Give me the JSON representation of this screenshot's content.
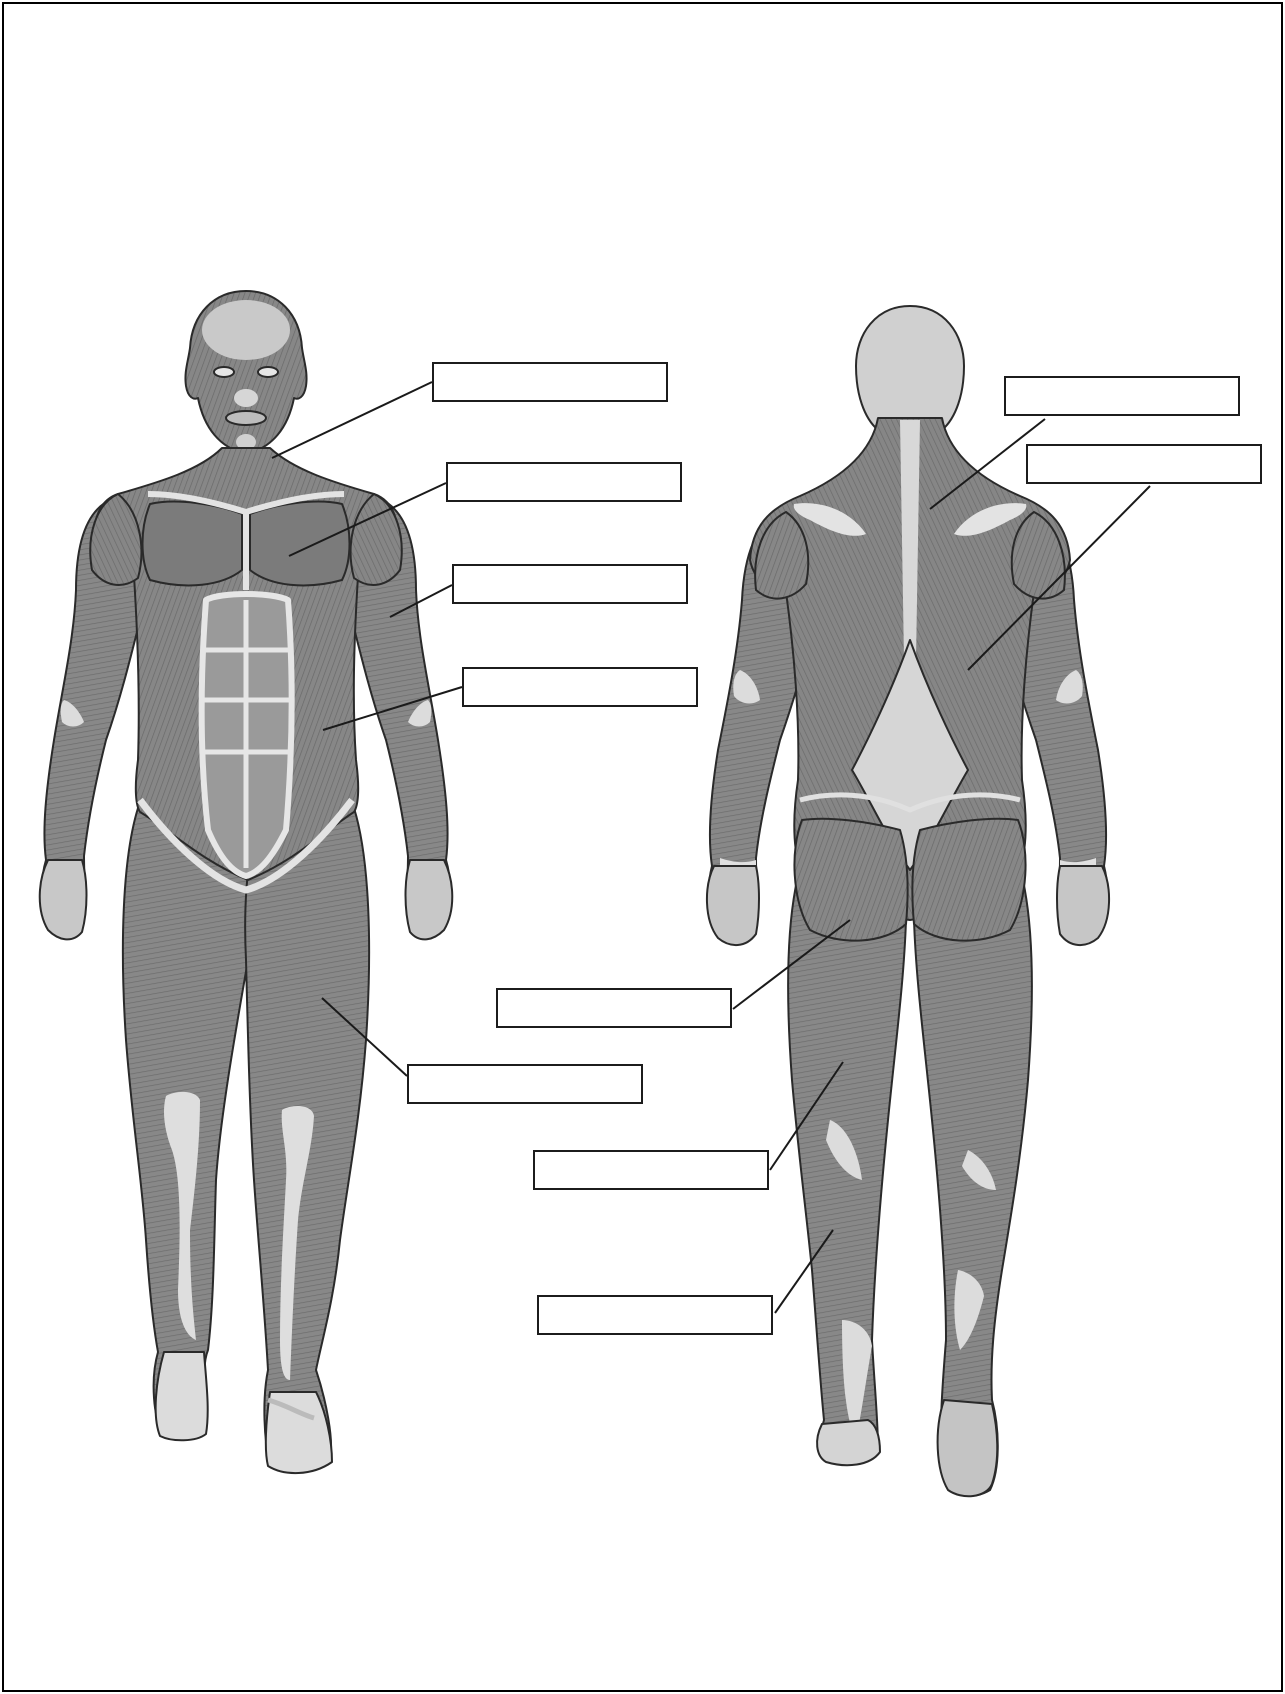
{
  "diagram": {
    "views": [
      {
        "view": "anterior"
      },
      {
        "view": "posterior"
      }
    ],
    "label_boxes": [
      {
        "id": "sternocleidomastoid",
        "text": ""
      },
      {
        "id": "pectoralis-major",
        "text": ""
      },
      {
        "id": "biceps",
        "text": ""
      },
      {
        "id": "external-oblique",
        "text": ""
      },
      {
        "id": "quadriceps",
        "text": ""
      },
      {
        "id": "trapezius",
        "text": ""
      },
      {
        "id": "latissimus-dorsi",
        "text": ""
      },
      {
        "id": "gluteus-maximus",
        "text": ""
      },
      {
        "id": "hamstrings",
        "text": ""
      },
      {
        "id": "gastrocnemius",
        "text": ""
      }
    ]
  },
  "colors": {
    "muscle": "#858585",
    "muscle_dark": "#5e5e5e",
    "tendon": "#d9d9d9",
    "outline": "#2a2a2a",
    "leader_line": "#1a1a1a",
    "frame": "#000000"
  }
}
